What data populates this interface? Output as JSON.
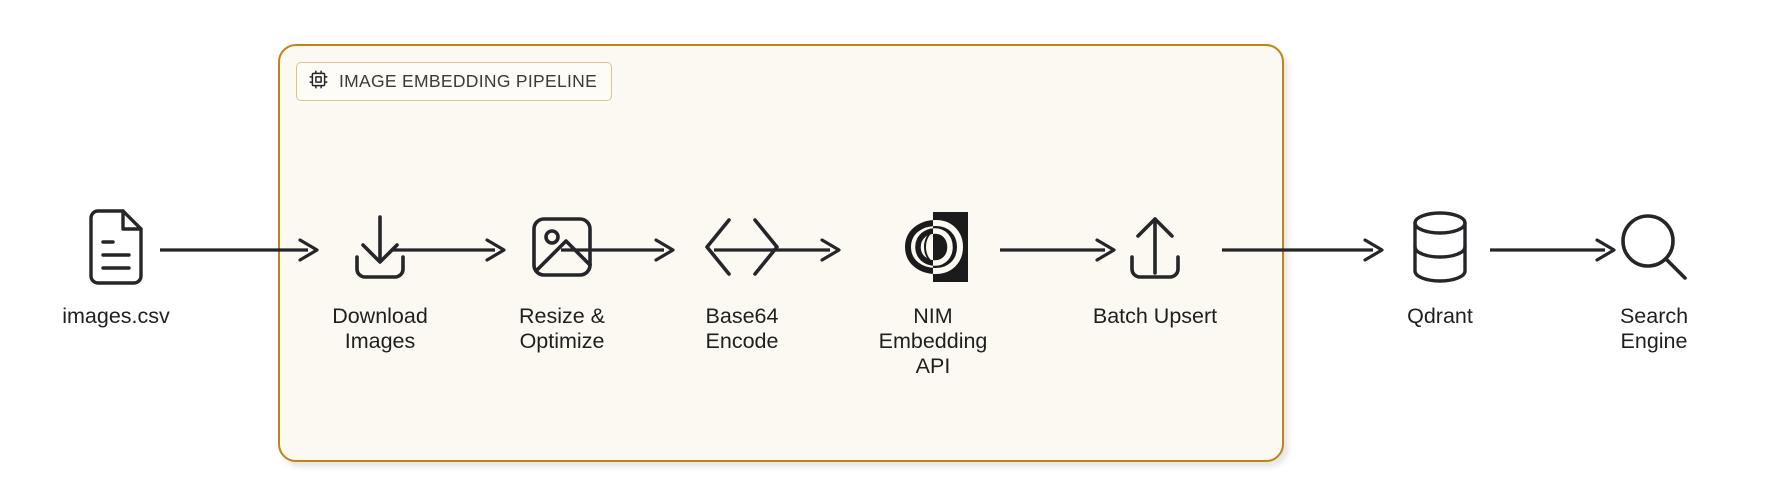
{
  "diagram": {
    "type": "flowchart",
    "title": "Image embedding pipeline flow",
    "background_color": "#ffffff"
  },
  "panel": {
    "name": "image-embedding-pipeline",
    "badge_label": "IMAGE EMBEDDING PIPELINE",
    "badge_icon": "chip-icon",
    "border_color": "#c08416",
    "fill_color": "#fbf9f1",
    "badge_fill_color": "#fdfcf6",
    "badge_border_color": "#ddc489"
  },
  "nodes": [
    {
      "id": "images-csv",
      "label": "images.csv",
      "icon": "document-icon",
      "inside_panel": false
    },
    {
      "id": "download-images",
      "label": "Download\nImages",
      "icon": "download-icon",
      "inside_panel": true
    },
    {
      "id": "resize-optimize",
      "label": "Resize &\nOptimize",
      "icon": "image-icon",
      "inside_panel": true
    },
    {
      "id": "base64-encode",
      "label": "Base64\nEncode",
      "icon": "code-brackets-icon",
      "inside_panel": true
    },
    {
      "id": "nim-embedding-api",
      "label": "NIM\nEmbedding\nAPI",
      "icon": "nvidia-eye-icon",
      "inside_panel": true
    },
    {
      "id": "batch-upsert",
      "label": "Batch Upsert",
      "icon": "upload-icon",
      "inside_panel": true
    },
    {
      "id": "qdrant",
      "label": "Qdrant",
      "icon": "database-icon",
      "inside_panel": false
    },
    {
      "id": "search-engine",
      "label": "Search\nEngine",
      "icon": "magnifier-icon",
      "inside_panel": false
    }
  ],
  "edges": [
    {
      "from": "images-csv",
      "to": "download-images",
      "style": "arrow"
    },
    {
      "from": "download-images",
      "to": "resize-optimize",
      "style": "arrow"
    },
    {
      "from": "resize-optimize",
      "to": "base64-encode",
      "style": "arrow"
    },
    {
      "from": "base64-encode",
      "to": "nim-embedding-api",
      "style": "arrow"
    },
    {
      "from": "nim-embedding-api",
      "to": "batch-upsert",
      "style": "arrow"
    },
    {
      "from": "batch-upsert",
      "to": "qdrant",
      "style": "arrow"
    },
    {
      "from": "qdrant",
      "to": "search-engine",
      "style": "arrow"
    }
  ],
  "colors": {
    "stroke": "#26262a",
    "text": "#1f1f1f",
    "accent": "#c08416"
  }
}
